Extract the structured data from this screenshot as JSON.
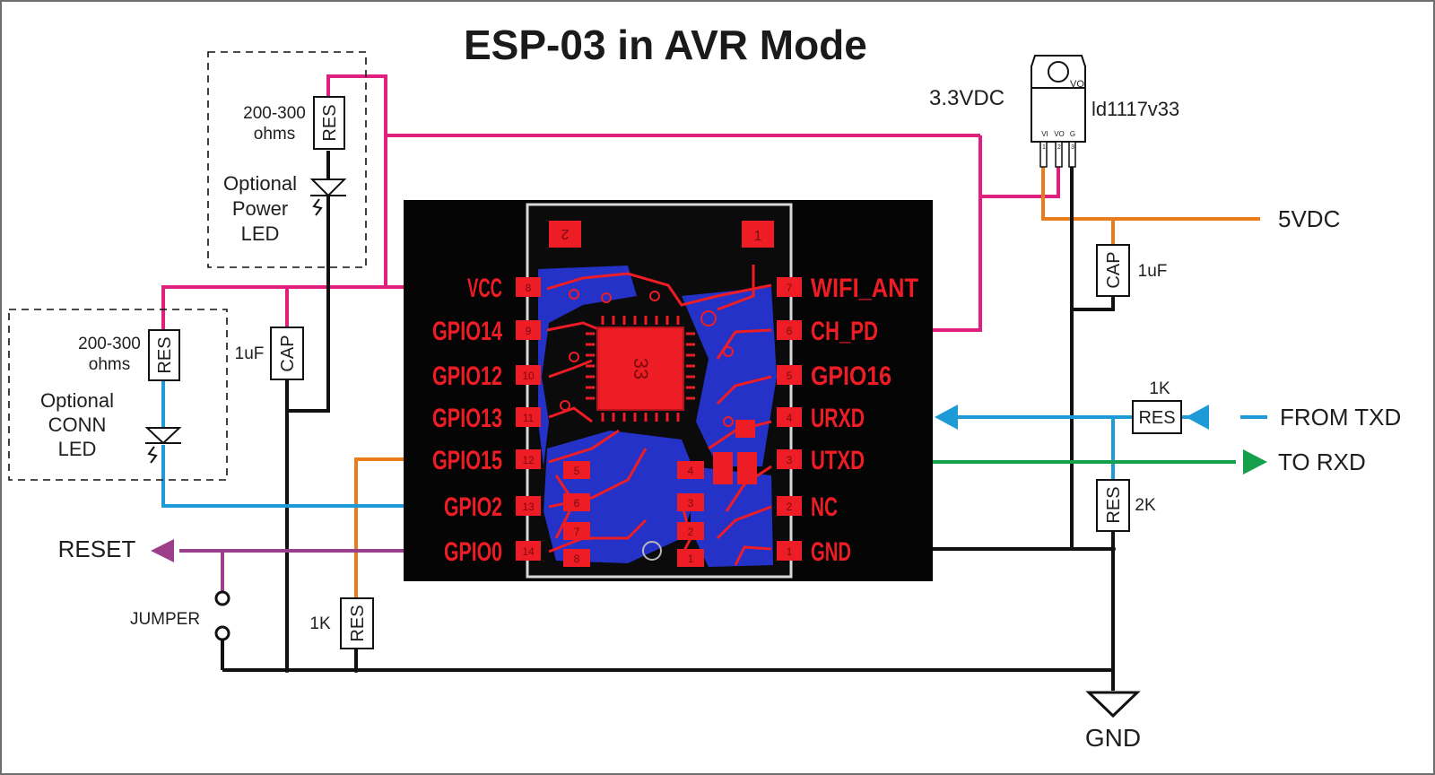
{
  "title": "ESP-03 in AVR Mode",
  "colors": {
    "vcc": "#e0207e",
    "five_volt": "#e97d1c",
    "data_blue": "#1e9ad6",
    "tx_green": "#14a04a",
    "reset_purple": "#9b3f8a",
    "gnd_black": "#111111",
    "module_bg": "#050505",
    "pin_red": "#ee1c24",
    "pcb_blue": "#2432c8"
  },
  "regulator": {
    "part": "ld1117v33",
    "input": "3.3VDC",
    "tab_label": "VO",
    "pins": [
      "VI",
      "VO",
      "G"
    ],
    "pin_numbers": [
      "1",
      "2",
      "3"
    ]
  },
  "supply": {
    "five_volt": "5VDC",
    "gnd": "GND"
  },
  "power_led": {
    "resistor_value": "200-300",
    "resistor_unit": "ohms",
    "resistor_label": "RES",
    "caption_line1": "Optional",
    "caption_line2": "Power",
    "caption_line3": "LED"
  },
  "conn_led": {
    "resistor_value": "200-300",
    "resistor_unit": "ohms",
    "resistor_label": "RES",
    "caption_line1": "Optional",
    "caption_line2": "CONN",
    "caption_line3": "LED"
  },
  "components": {
    "cap_left_value": "1uF",
    "cap_left_label": "CAP",
    "cap_right_value": "1uF",
    "cap_right_label": "CAP",
    "res_gpio15_value": "1K",
    "res_gpio15_label": "RES",
    "res_rx_value": "1K",
    "res_rx_label": "RES",
    "res_divider_value": "2K",
    "res_divider_label": "RES"
  },
  "signals": {
    "reset": "RESET",
    "jumper": "JUMPER",
    "from_txd": "FROM TXD",
    "to_rxd": "TO RXD"
  },
  "module": {
    "chip_label": "33",
    "corner_left": "2",
    "corner_right": "1",
    "left_pins": [
      {
        "name": "VCC",
        "number": "8"
      },
      {
        "name": "GPIO14",
        "number": "9"
      },
      {
        "name": "GPIO12",
        "number": "10"
      },
      {
        "name": "GPIO13",
        "number": "11"
      },
      {
        "name": "GPIO15",
        "number": "12"
      },
      {
        "name": "GPIO2",
        "number": "13"
      },
      {
        "name": "GPIO0",
        "number": "14"
      }
    ],
    "right_pins": [
      {
        "name": "WIFI_ANT",
        "number": "7"
      },
      {
        "name": "CH_PD",
        "number": "6"
      },
      {
        "name": "GPIO16",
        "number": "5"
      },
      {
        "name": "URXD",
        "number": "4"
      },
      {
        "name": "UTXD",
        "number": "3"
      },
      {
        "name": "NC",
        "number": "2"
      },
      {
        "name": "GND",
        "number": "1"
      }
    ],
    "inner_left_numbers": [
      "5",
      "6",
      "7",
      "8"
    ],
    "inner_right_numbers": [
      "4",
      "3",
      "2",
      "1"
    ]
  }
}
